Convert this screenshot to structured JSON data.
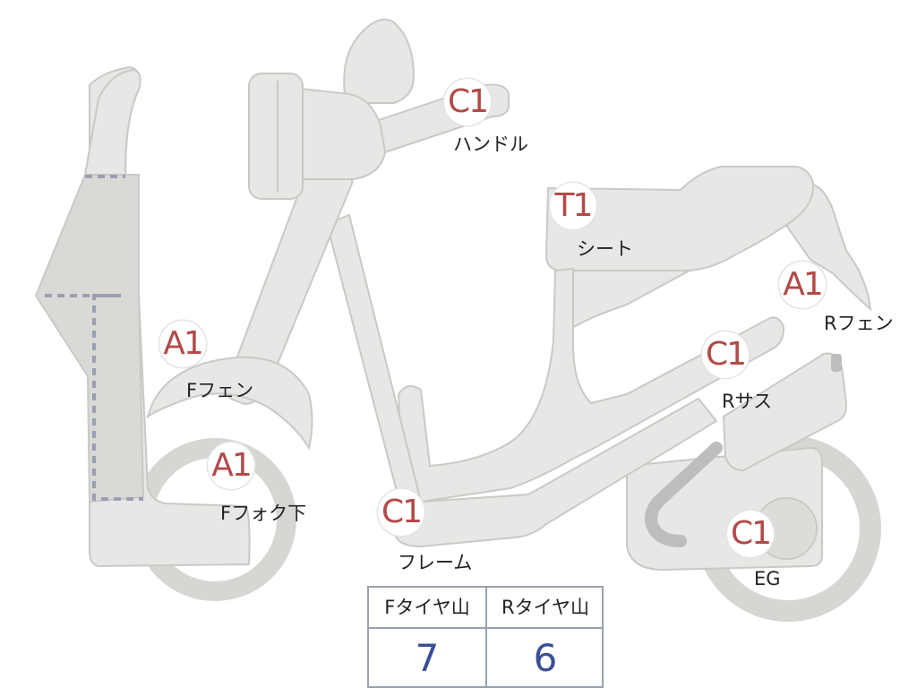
{
  "parts": [
    {
      "id": "handle",
      "grade": "C1",
      "label": "ハンドル"
    },
    {
      "id": "seat",
      "grade": "T1",
      "label": "シート"
    },
    {
      "id": "r-fender",
      "grade": "A1",
      "label": "Rフェン"
    },
    {
      "id": "f-fender",
      "grade": "A1",
      "label": "Fフェン"
    },
    {
      "id": "r-sus",
      "grade": "C1",
      "label": "Rサス"
    },
    {
      "id": "f-fork",
      "grade": "A1",
      "label": "Fフォク下"
    },
    {
      "id": "frame",
      "grade": "C1",
      "label": "フレーム"
    },
    {
      "id": "engine",
      "grade": "C1",
      "label": "EG"
    }
  ],
  "tread": {
    "front_label": "Fタイヤ山",
    "rear_label": "Rタイヤ山",
    "front_value": "7",
    "rear_value": "6",
    "value_color": "#3a4f96"
  },
  "colors": {
    "grade_text": "#b24a48",
    "body_fill": "#e7e7e5",
    "outline": "#c9c9c6",
    "dotted_line": "#9a9fb0"
  }
}
